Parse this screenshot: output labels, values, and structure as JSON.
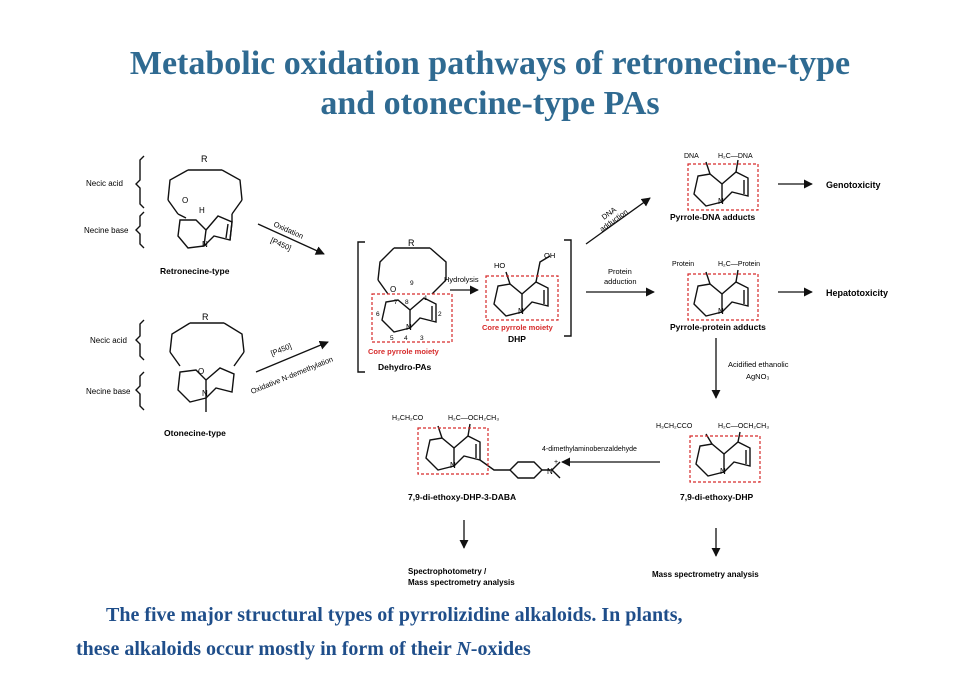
{
  "slide": {
    "title_line1": "Metabolic oxidation pathways of retronecine-type",
    "title_line2": "and otonecine-type PAs",
    "caption_line1": "The five major structural types of pyrrolizidine alkaloids.  In plants,",
    "caption_line2_pre": "these alkaloids occur mostly in form of their ",
    "caption_line2_italic": "N",
    "caption_line2_post": "-oxides"
  },
  "diagram": {
    "retronecine": {
      "necic_acid": "Necic acid",
      "necine_base": "Necine base",
      "name": "Retronecine-type",
      "r": "R",
      "o": "O",
      "h": "H",
      "n": "N"
    },
    "otonecine": {
      "necic_acid": "Necic acid",
      "necine_base": "Necine base",
      "name": "Otonecine-type",
      "r": "R",
      "o": "O",
      "n": "N"
    },
    "oxidation_label": "Oxidation",
    "p450_label_1": "[P450]",
    "p450_label_2": "[P450]",
    "demethylation_label": "Oxidative N-demethylation",
    "dehydro": {
      "name": "Dehydro-PAs",
      "core": "Core pyrrole moiety",
      "nums": [
        "7",
        "8",
        "9",
        "1",
        "2",
        "6",
        "5",
        "4",
        "3"
      ],
      "r": "R",
      "o": "O",
      "n": "N"
    },
    "hydrolysis_label": "Hydrolysis",
    "dhp": {
      "name": "DHP",
      "core": "Core pyrrole moiety",
      "ho": "HO",
      "oh": "OH",
      "n": "N"
    },
    "dna_adduction_line1": "DNA",
    "dna_adduction_line2": "adduction",
    "protein_adduction_line1": "Protein",
    "protein_adduction_line2": "adduction",
    "dna_adduct": {
      "left": "DNA",
      "right": "H₂C—DNA",
      "name": "Pyrrole-DNA adducts",
      "n": "N"
    },
    "protein_adduct": {
      "left": "Protein",
      "right": "H₂C—Protein",
      "name": "Pyrrole-protein adducts",
      "n": "N"
    },
    "genotoxicity": "Genotoxicity",
    "hepatotoxicity": "Hepatotoxicity",
    "acidified_line1": "Acidified ethanolic",
    "acidified_line2": "AgNO₃",
    "diethoxy": {
      "left": "H₃CH₂CCO",
      "right": "H₂C—OCH₂CH₃",
      "name": "7,9-di-ethoxy-DHP",
      "n": "N"
    },
    "dmab_label": "4-dimethylaminobenzaldehyde",
    "daba": {
      "left": "H₃CH₂CO",
      "right": "H₂C—OCH₂CH₃",
      "name": "7,9-di-ethoxy-DHP-3-DABA",
      "n": "N",
      "nplus": "N",
      "plus": "+"
    },
    "spectro_line1": "Spectrophotometry /",
    "spectro_line2": "Mass spectrometry analysis",
    "mass_spec": "Mass spectrometry analysis"
  },
  "colors": {
    "title": "#2f6a91",
    "caption": "#1f4e8a",
    "core_box": "#d62a2a",
    "ink": "#111111"
  }
}
